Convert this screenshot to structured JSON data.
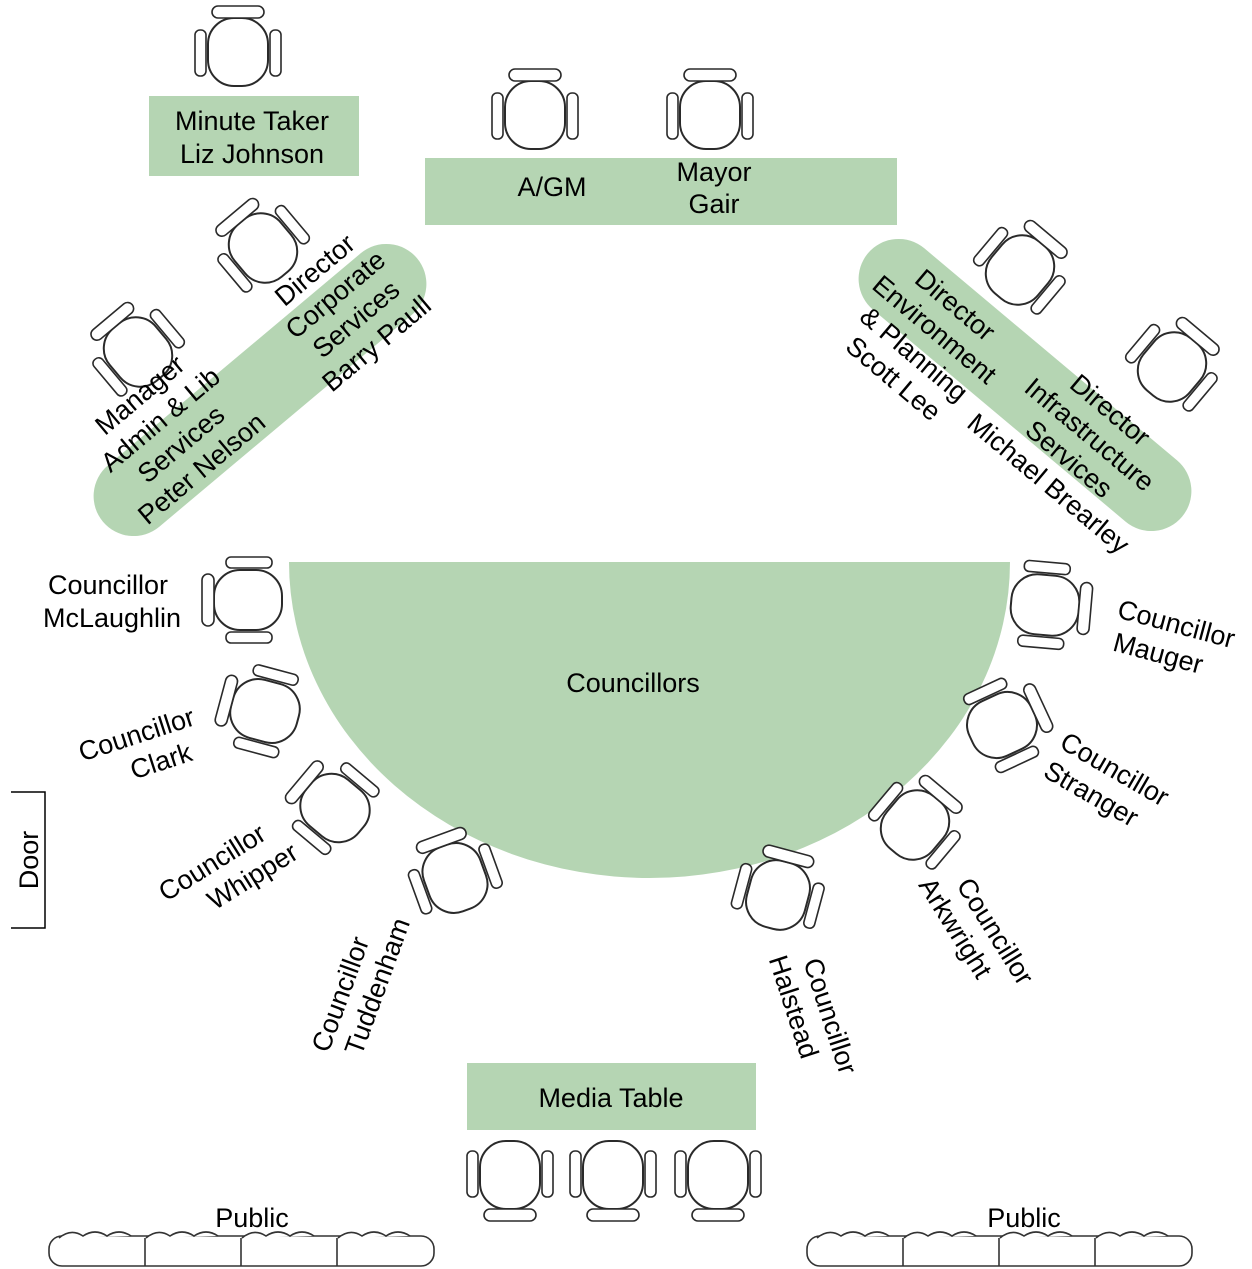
{
  "colors": {
    "table_fill": "#b5d5b3",
    "line": "#2a2a2a"
  },
  "minute_taker": {
    "line1": "Minute Taker",
    "line2": "Liz Johnson"
  },
  "head_table": {
    "agm": "A/GM",
    "mayor_line1": "Mayor",
    "mayor_line2": "Gair"
  },
  "left_pod": {
    "manager_title": [
      "Manager",
      "Admin & Lib",
      "Services"
    ],
    "manager_name": "Peter Nelson",
    "director_title": [
      "Director",
      "Corporate",
      "Services"
    ],
    "director_name": "Barry Paull"
  },
  "right_pod": {
    "env_title": [
      "Director",
      "Environment",
      "& Planning"
    ],
    "env_name": "Scott Lee",
    "infra_title": [
      "Director",
      "Infrastructure",
      "Services"
    ],
    "infra_name": "Michael Brearley"
  },
  "councillors_table": {
    "label": "Councillors"
  },
  "councillors": {
    "mclaughlin": [
      "Councillor",
      "McLaughlin"
    ],
    "clark": [
      "Councillor",
      "Clark"
    ],
    "whipper": [
      "Councillor",
      "Whipper"
    ],
    "tuddenham": [
      "Councillor",
      "Tuddenham"
    ],
    "halstead": [
      "Councillor",
      "Halstead"
    ],
    "arkwright": [
      "Councillor",
      "Arkwright"
    ],
    "stranger": [
      "Councillor",
      "Stranger"
    ],
    "mauger": [
      "Councillor",
      "Mauger"
    ]
  },
  "door": {
    "label": "Door"
  },
  "media_table": {
    "label": "Media Table"
  },
  "public": {
    "left": "Public",
    "right": "Public"
  }
}
